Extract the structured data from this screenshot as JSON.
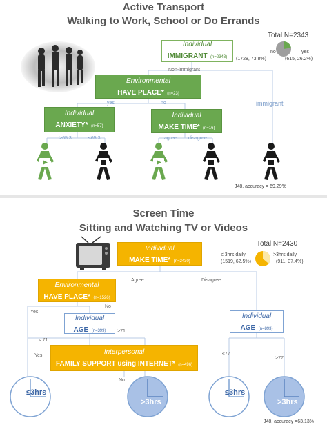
{
  "transport": {
    "title1": "Active Transport",
    "title2": "Walking to Work, School or Do Errands",
    "total": "Total N=2343",
    "pie_no_label": "no",
    "pie_no_value": "(1728, 73.8%)",
    "pie_yes_label": "yes",
    "pie_yes_value": "(615, 26.2%)",
    "root": {
      "cat": "Individual",
      "name": "IMMIGRANT",
      "n": "(n=2343)"
    },
    "edge_non_immigrant": "Non-immigrant",
    "edge_immigrant": "immigrant",
    "have_place": {
      "cat": "Environmental",
      "name": "HAVE PLACE*",
      "n": "(n=23)"
    },
    "edge_yes": "yes",
    "edge_no": "no",
    "anxiety": {
      "cat": "Individual",
      "name": "ANXIETY*",
      "n": "(n=57)"
    },
    "make_time": {
      "cat": "Individual",
      "name": "MAKE TIME*",
      "n": "(n=16)"
    },
    "edge_gt": ">65.3",
    "edge_le": "≤65.3",
    "edge_agree": "agree",
    "edge_disagree": "disagree",
    "accuracy": "J48, accuracy = 69.29%",
    "colors": {
      "green": "#6aa84f",
      "black": "#1a1a1a",
      "pie_grey": "#9e9e9e"
    }
  },
  "screen": {
    "title1": "Screen Time",
    "title2": "Sitting and Watching TV or Videos",
    "total": "Total N=2430",
    "pie_le_label": "≤ 3hrs daily",
    "pie_le_value": "(1519, 62.5%)",
    "pie_gt_label": ">3hrs daily",
    "pie_gt_value": "(911, 37.4%)",
    "root": {
      "cat": "Individual",
      "name": "MAKE TIME*",
      "n": "(n=2430)"
    },
    "edge_agree": "Agree",
    "edge_disagree": "Disagree",
    "have_place": {
      "cat": "Environmental",
      "name": "HAVE PLACE*",
      "n": "(n=1526)"
    },
    "edge_no": "No",
    "edge_yes": "Yes",
    "age_left": {
      "cat": "Individual",
      "name": "AGE",
      "n": "(n=399)"
    },
    "edge_le71": "≤ 71",
    "edge_gt71": ">71",
    "age_right": {
      "cat": "Individual",
      "name": "AGE",
      "n": "(n=893)"
    },
    "edge_le77": "≤77",
    "edge_gt77": ">77",
    "family": {
      "cat": "Interpersonal",
      "name": "FAMILY SUPPORT using INTERNET*",
      "n": "(n=496)"
    },
    "edge_yes2": "Yes",
    "edge_no2": "No",
    "leaf_le": "≤3hrs",
    "leaf_gt": ">3hrs",
    "accuracy": "J48, accuracy =63.13%",
    "colors": {
      "yellow": "#f5b400",
      "blue": "#7fa3d3",
      "clock_fill": "#a9c1e6"
    }
  }
}
